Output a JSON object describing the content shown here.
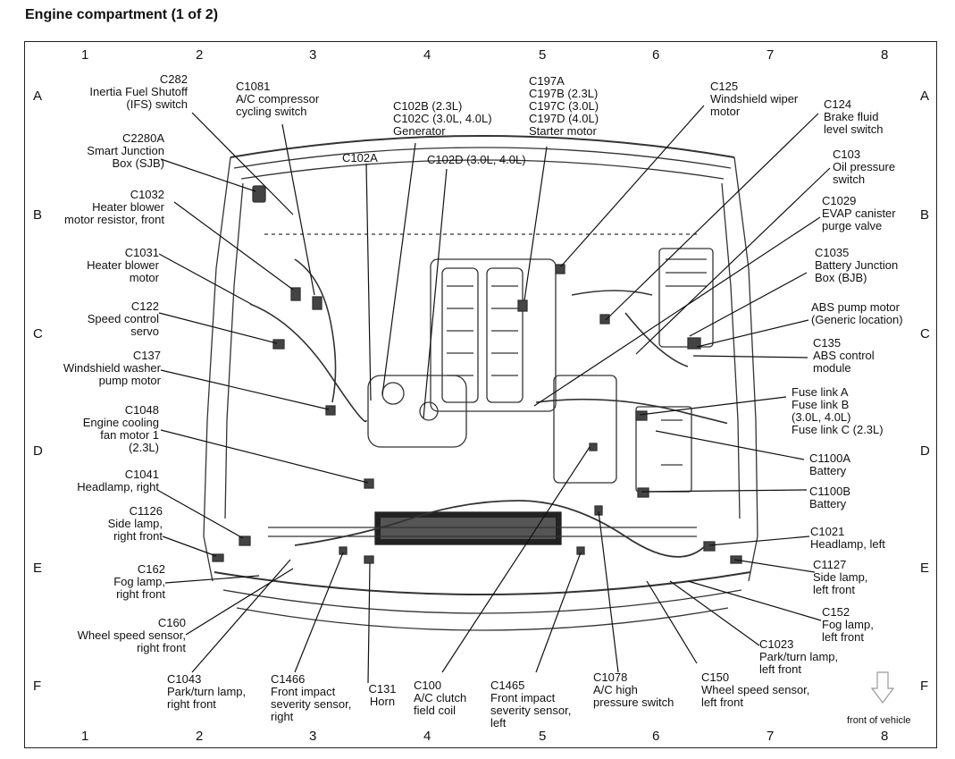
{
  "title": "Engine compartment (1 of 2)",
  "grid": {
    "columns": [
      "1",
      "2",
      "3",
      "4",
      "5",
      "6",
      "7",
      "8"
    ],
    "rows": [
      "A",
      "B",
      "C",
      "D",
      "E",
      "F"
    ]
  },
  "callouts": [
    {
      "id": "c282",
      "lines": [
        "C282",
        "Inertia Fuel Shutoff",
        "(IFS) switch"
      ]
    },
    {
      "id": "c1081",
      "lines": [
        "C1081",
        "A/C compressor",
        "cycling switch"
      ]
    },
    {
      "id": "c2280a",
      "lines": [
        "C2280A",
        "Smart Junction",
        "Box (SJB)"
      ]
    },
    {
      "id": "c102b",
      "lines": [
        "C102B (2.3L)",
        "C102C (3.0L, 4.0L)",
        "Generator"
      ]
    },
    {
      "id": "c197",
      "lines": [
        "C197A",
        "C197B (2.3L)",
        "C197C (3.0L)",
        "C197D (4.0L)",
        "Starter motor"
      ]
    },
    {
      "id": "c125",
      "lines": [
        "C125",
        "Windshield wiper",
        "motor"
      ]
    },
    {
      "id": "c124",
      "lines": [
        "C124",
        "Brake fluid",
        "level switch"
      ]
    },
    {
      "id": "c102a",
      "lines": [
        "C102A"
      ]
    },
    {
      "id": "c102d",
      "lines": [
        "C102D (3.0L, 4.0L)"
      ]
    },
    {
      "id": "c103",
      "lines": [
        "C103",
        "Oil pressure",
        "switch"
      ]
    },
    {
      "id": "c1032",
      "lines": [
        "C1032",
        "Heater blower",
        "motor resistor, front"
      ]
    },
    {
      "id": "c1029",
      "lines": [
        "C1029",
        "EVAP canister",
        "purge valve"
      ]
    },
    {
      "id": "c1031",
      "lines": [
        "C1031",
        "Heater blower",
        "motor"
      ]
    },
    {
      "id": "c1035",
      "lines": [
        "C1035",
        "Battery Junction",
        "Box (BJB)"
      ]
    },
    {
      "id": "c122",
      "lines": [
        "C122",
        "Speed control",
        "servo"
      ]
    },
    {
      "id": "abs",
      "lines": [
        "ABS pump motor",
        "(Generic location)"
      ]
    },
    {
      "id": "c135",
      "lines": [
        "C135",
        "ABS control",
        "module"
      ]
    },
    {
      "id": "c137",
      "lines": [
        "C137",
        "Windshield washer",
        "pump motor"
      ]
    },
    {
      "id": "fuse",
      "lines": [
        "Fuse link A",
        "Fuse link B",
        "(3.0L, 4.0L)",
        "Fuse link C (2.3L)"
      ]
    },
    {
      "id": "c1048",
      "lines": [
        "C1048",
        "Engine cooling",
        "fan motor 1",
        "(2.3L)"
      ]
    },
    {
      "id": "c1100a",
      "lines": [
        "C1100A",
        "Battery"
      ]
    },
    {
      "id": "c1041",
      "lines": [
        "C1041",
        "Headlamp, right"
      ]
    },
    {
      "id": "c1100b",
      "lines": [
        "C1100B",
        "Battery"
      ]
    },
    {
      "id": "c1126",
      "lines": [
        "C1126",
        "Side lamp,",
        "right front"
      ]
    },
    {
      "id": "c1021",
      "lines": [
        "C1021",
        "Headlamp, left"
      ]
    },
    {
      "id": "c162",
      "lines": [
        "C162",
        "Fog lamp,",
        "right front"
      ]
    },
    {
      "id": "c1127",
      "lines": [
        "C1127",
        "Side lamp,",
        "left front"
      ]
    },
    {
      "id": "c152",
      "lines": [
        "C152",
        "Fog lamp,",
        "left front"
      ]
    },
    {
      "id": "c160",
      "lines": [
        "C160",
        "Wheel speed sensor,",
        "right front"
      ]
    },
    {
      "id": "c1023",
      "lines": [
        "C1023",
        "Park/turn lamp,",
        "left front"
      ]
    },
    {
      "id": "c1043",
      "lines": [
        "C1043",
        "Park/turn lamp,",
        "right front"
      ]
    },
    {
      "id": "c1466",
      "lines": [
        "C1466",
        "Front impact",
        "severity sensor,",
        "right"
      ]
    },
    {
      "id": "c131",
      "lines": [
        "C131",
        "Horn"
      ]
    },
    {
      "id": "c100",
      "lines": [
        "C100",
        "A/C clutch",
        "field coil"
      ]
    },
    {
      "id": "c1465",
      "lines": [
        "C1465",
        "Front impact",
        "severity sensor,",
        "left"
      ]
    },
    {
      "id": "c1078",
      "lines": [
        "C1078",
        "A/C high",
        "pressure switch"
      ]
    },
    {
      "id": "c150",
      "lines": [
        "C150",
        "Wheel speed sensor,",
        "left front"
      ]
    }
  ],
  "front_label": "front of vehicle"
}
